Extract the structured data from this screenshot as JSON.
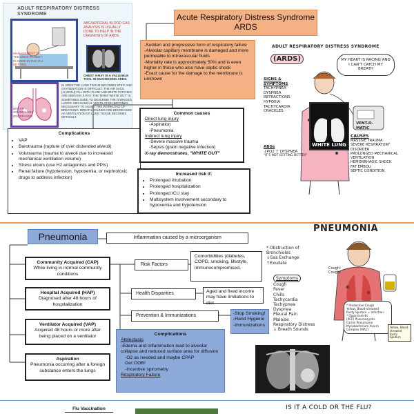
{
  "ards_section": {
    "illustration_title": "ADULT RESPIRATORY DISTRESS SYNDROME",
    "panel_notes": {
      "abg_note": "ABG/ARTERIAL BLOOD GAS ANALYSIS IS USUALLY DONE TO HELP IN THE DIAGNOSIS OF ARDS.",
      "management_note": "MANAGEMENT OF THE ARDS PATIENT IS DONE IN THE ICU SETTING",
      "xray_note": "CHEST X-RAY IS A VALUABLE TOOL IN DIAGNOSING ARDS.",
      "lungs_note": "IN ARDS THE LUNG TISSUE BECOMES STIFF AND OXYGENATION IS DIFFICULT. THE AIR SACS (ALVEOLI) FILL WITH FLUID AND WHITE PATCHES ARE SEEN ON X-RAY. THE TERM \"WHITE OUT\" IS SOMETIMES USED TO DESCRIBE THE DAMAGED LUNGS. MECHANICAL VENTILATION BECOMES NECESSARY TO ASSIST THE WORKLOAD OF BREATHING. BREATH SOUNDS ARE DECREASED AS VENTILATION OF LUNG TISSUE BECOMES DIFFICULT.",
      "breath_sounds": "BREATH SOUNDS ARE DECREASED"
    },
    "title_line1": "Acute Respiratory Distress Syndrome",
    "title_line2": "ARDS",
    "definition": [
      "-Sudden and progressive form of respiratory failure",
      "-Alveolar capillary membrane is damaged and more permeable to intravascular fluids",
      "-Mortality rate is approximately 50% and is even higher in those who also have septic shock",
      "-Exact cause for the damage to the membrane is unknown"
    ],
    "complications_title": "Complications",
    "complications": [
      "VAP",
      "Barotrauma (rupture of over distended alveoli)",
      "Volutrauma (trauma to alveoli due to increased mechanical ventilation volume)",
      "Stress ulcers (use H2 antagonists and PPIs)",
      "Renal failure (hypotension, hypoxemia, or nephrotoxic drugs to address infection)"
    ],
    "causes_title": "Common causes",
    "direct_label": "Direct lung injury",
    "direct_items": [
      "-Aspiration",
      "-Pneumonia"
    ],
    "indirect_label": "Indirect lung injury",
    "indirect_items": [
      "-Severe massive trauma",
      "-Sepsis (gram negative infection)"
    ],
    "xray_demo": "X-ray demonstrates, \"WHITE OUT\"",
    "risk_title": "Increased risk if:",
    "risk_items": [
      "Prolonged intubation",
      "Prolonged hospitalization",
      "Prolonged ICU stay",
      "Multisystem involvement secondary to hypoxemia and hypotension"
    ],
    "sketch": {
      "title": "ADULT RESPIRATORY DISTRESS SYNDROME",
      "ards_tag": "(ARDS)",
      "speech": "MY HEART IS RACING AND I CAN'T CATCH MY BREATH",
      "signs_title": "SIGNS & SYMPTOMS",
      "signs": [
        "TACHYPNEA",
        "DYSPNEA",
        "RETRACTIONS",
        "HYPOXIA",
        "TACHYCARDIA",
        "CRACKLES"
      ],
      "lung_label": "WHITE LUNG",
      "vent_label": "VENT-O-MATIC",
      "abgs_title": "ABGs",
      "abgs_lines": [
        "↓PO2  ↑ DYSPNEA",
        "\"IT'S NOT GETTING BETTER\""
      ],
      "causes_title": "CAUSES",
      "causes": [
        "MASSIVE TRAUMA",
        "SEVERE RESPIRATORY DISORDER",
        "PROLONGED MECHANICAL VENTILATION",
        "HEMORRHAGIC SHOCK",
        "FAT EMBOLI",
        "SEPTIC CONDITION"
      ]
    }
  },
  "pneumonia_section": {
    "title": "Pneumonia",
    "definition": "Inflammation caused by a microorganism",
    "types": [
      {
        "title": "Community Acquired (CAP)",
        "desc": "While living in normal community conditions"
      },
      {
        "title": "Hospital Acquired (HAP)",
        "desc": "Diagnosed after 48 hours of hospitalization"
      },
      {
        "title": "Ventilator Acquired (VAP)",
        "desc": "Acquired 48 hours or more after being placed on a ventilator"
      },
      {
        "title": "Aspiration",
        "desc": "Pneumonia occurring after a foreign substance enters the lungs"
      }
    ],
    "risk_factors": "Risk Factors",
    "comorbidities": "Comorbidities (diabetes, COPD, smoking, lifestyle, immunocompromised,",
    "health_disparities": "Health Disparities",
    "aged": "Aged and fixed income may have limitations to diet",
    "prevention": "Prevention & Immunizations",
    "prevention_items": [
      "-Stop Smoking!",
      "-Hand Hygiene",
      "-Immunizations"
    ],
    "complications_title": "Complications",
    "atelectasis": "Atelectasis",
    "atelectasis_items": [
      "-Edema and inflammation lead to alveolar collapse and reduced surface area for diffusion",
      "-O2 as needed and maybe CPAP",
      "Get OOB!",
      "-Incentive spirometry"
    ],
    "resp_failure": "Respiratory Failure",
    "sketch": {
      "title": "PNEUMONIA",
      "obstruction": [
        "* Obstruction of Bronchioles",
        "↓Gas Exchange",
        "↑Exudate"
      ],
      "symptoms_title": "Symptoms",
      "symptoms": [
        "Cough",
        "Fever",
        "Chills",
        "Tachycardia",
        "Tachypnea",
        "Dyspnea",
        "Pleural Pain",
        "Malaise",
        "Respiratory Distress",
        "↓ Breath Sounds"
      ],
      "cough": "Cough! Cough!",
      "note_lines": [
        "* Productive Cough",
        "Yellow, Blood-streaked",
        "Rusty Sputum = Infection",
        "* Opportunistic",
        "(PCP) Pneumocystis",
        "Carinii Pneumonia",
        "Mycobacterium Avium",
        "Complex (MAC)"
      ],
      "sputum_note": "Yellow, Blood-streaked Rusty Sputum"
    }
  },
  "bottom_section": {
    "flu_vaccination": "Flu Vaccination",
    "cold_flu": "IS IT A COLD  OR THE FLU?"
  },
  "colors": {
    "orange": "#f4b183",
    "blue": "#8eaadb",
    "divider": "#e69a5a",
    "green": "#4e7a3e"
  }
}
